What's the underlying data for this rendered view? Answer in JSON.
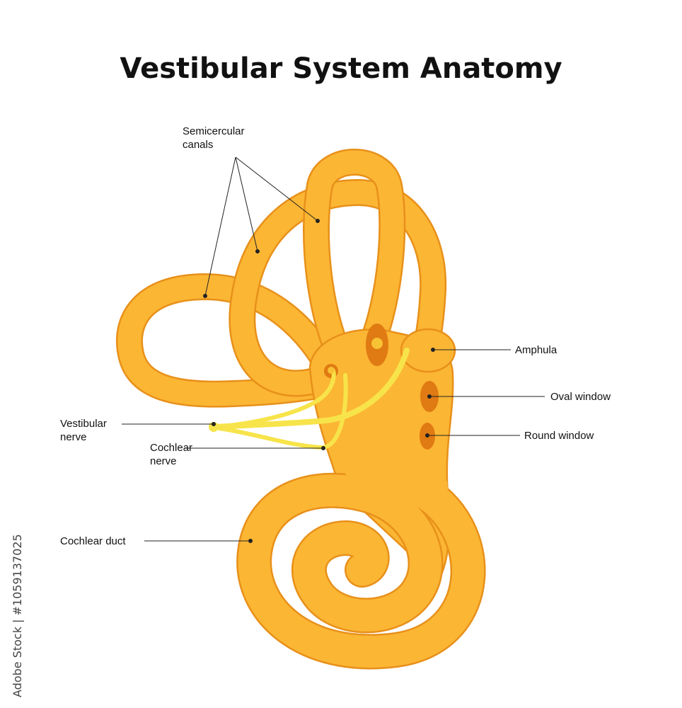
{
  "title": "Vestibular System Anatomy",
  "labels": {
    "semicircular_canals_line1": "Semicercular",
    "semicircular_canals_line2": "canals",
    "amphula": "Amphula",
    "oval_window": "Oval window",
    "round_window": "Round window",
    "vestibular_nerve_line1": "Vestibular",
    "vestibular_nerve_line2": "nerve",
    "cochlear_nerve_line1": "Cochlear",
    "cochlear_nerve_line2": "nerve",
    "cochlear_duct": "Cochlear duct"
  },
  "stock_id": "Adobe Stock | #1059137025",
  "colors": {
    "labyrinth_fill": "#FBB634",
    "labyrinth_outline": "#E8901A",
    "window_fill": "#E07A12",
    "window_inner": "#C85A0C",
    "nerve": "#F7E44A",
    "leader_line": "#222222"
  }
}
